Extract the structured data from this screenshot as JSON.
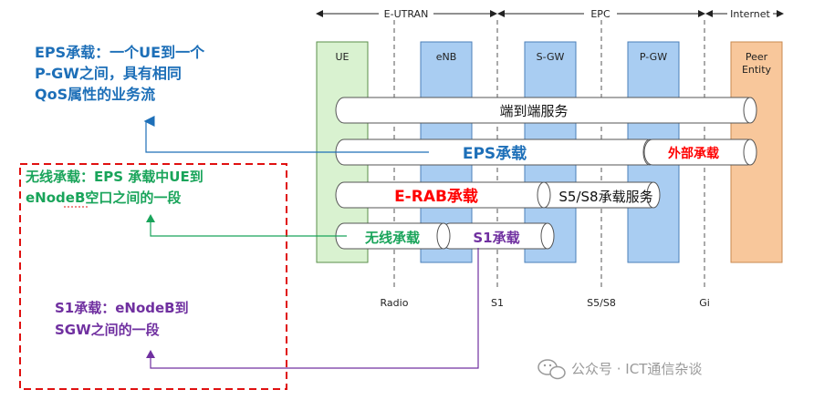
{
  "domains": {
    "e_utran": "E-UTRAN",
    "epc": "EPC",
    "internet": "Internet"
  },
  "nodes": {
    "ue": "UE",
    "enb": "eNB",
    "sgw": "S-GW",
    "pgw": "P-GW",
    "peer_line1": "Peer",
    "peer_line2": "Entity"
  },
  "interfaces": {
    "radio": "Radio",
    "s1": "S1",
    "s5s8": "S5/S8",
    "gi": "Gi"
  },
  "bearers": {
    "end_to_end": "端到端服务",
    "eps": "EPS承载",
    "external": "外部承载",
    "erab": "E-RAB承载",
    "s5s8": "S5/S8承载服务",
    "radio": "无线承载",
    "s1": "S1承载"
  },
  "notes": {
    "eps_line1": "EPS承载：一个UE到一个",
    "eps_line2": "P-GW之间，具有相同",
    "eps_line3": "QoS属性的业务流",
    "radio_line1": "无线承载：EPS 承载中UE到",
    "radio_line2": "eNodeB空口之间的一段",
    "s1_line1": "S1承载：eNodeB到",
    "s1_line2": "SGW之间的一段"
  },
  "watermark": "公众号 · ICT通信杂谈",
  "colors": {
    "ue_fill": "#d9f2d0",
    "node_fill": "#a9cdf2",
    "peer_fill": "#f8c79b",
    "eps_blue": "#1d6fb8",
    "radio_green": "#19a45a",
    "s1_purple": "#7030a0",
    "red": "#ff0000"
  }
}
